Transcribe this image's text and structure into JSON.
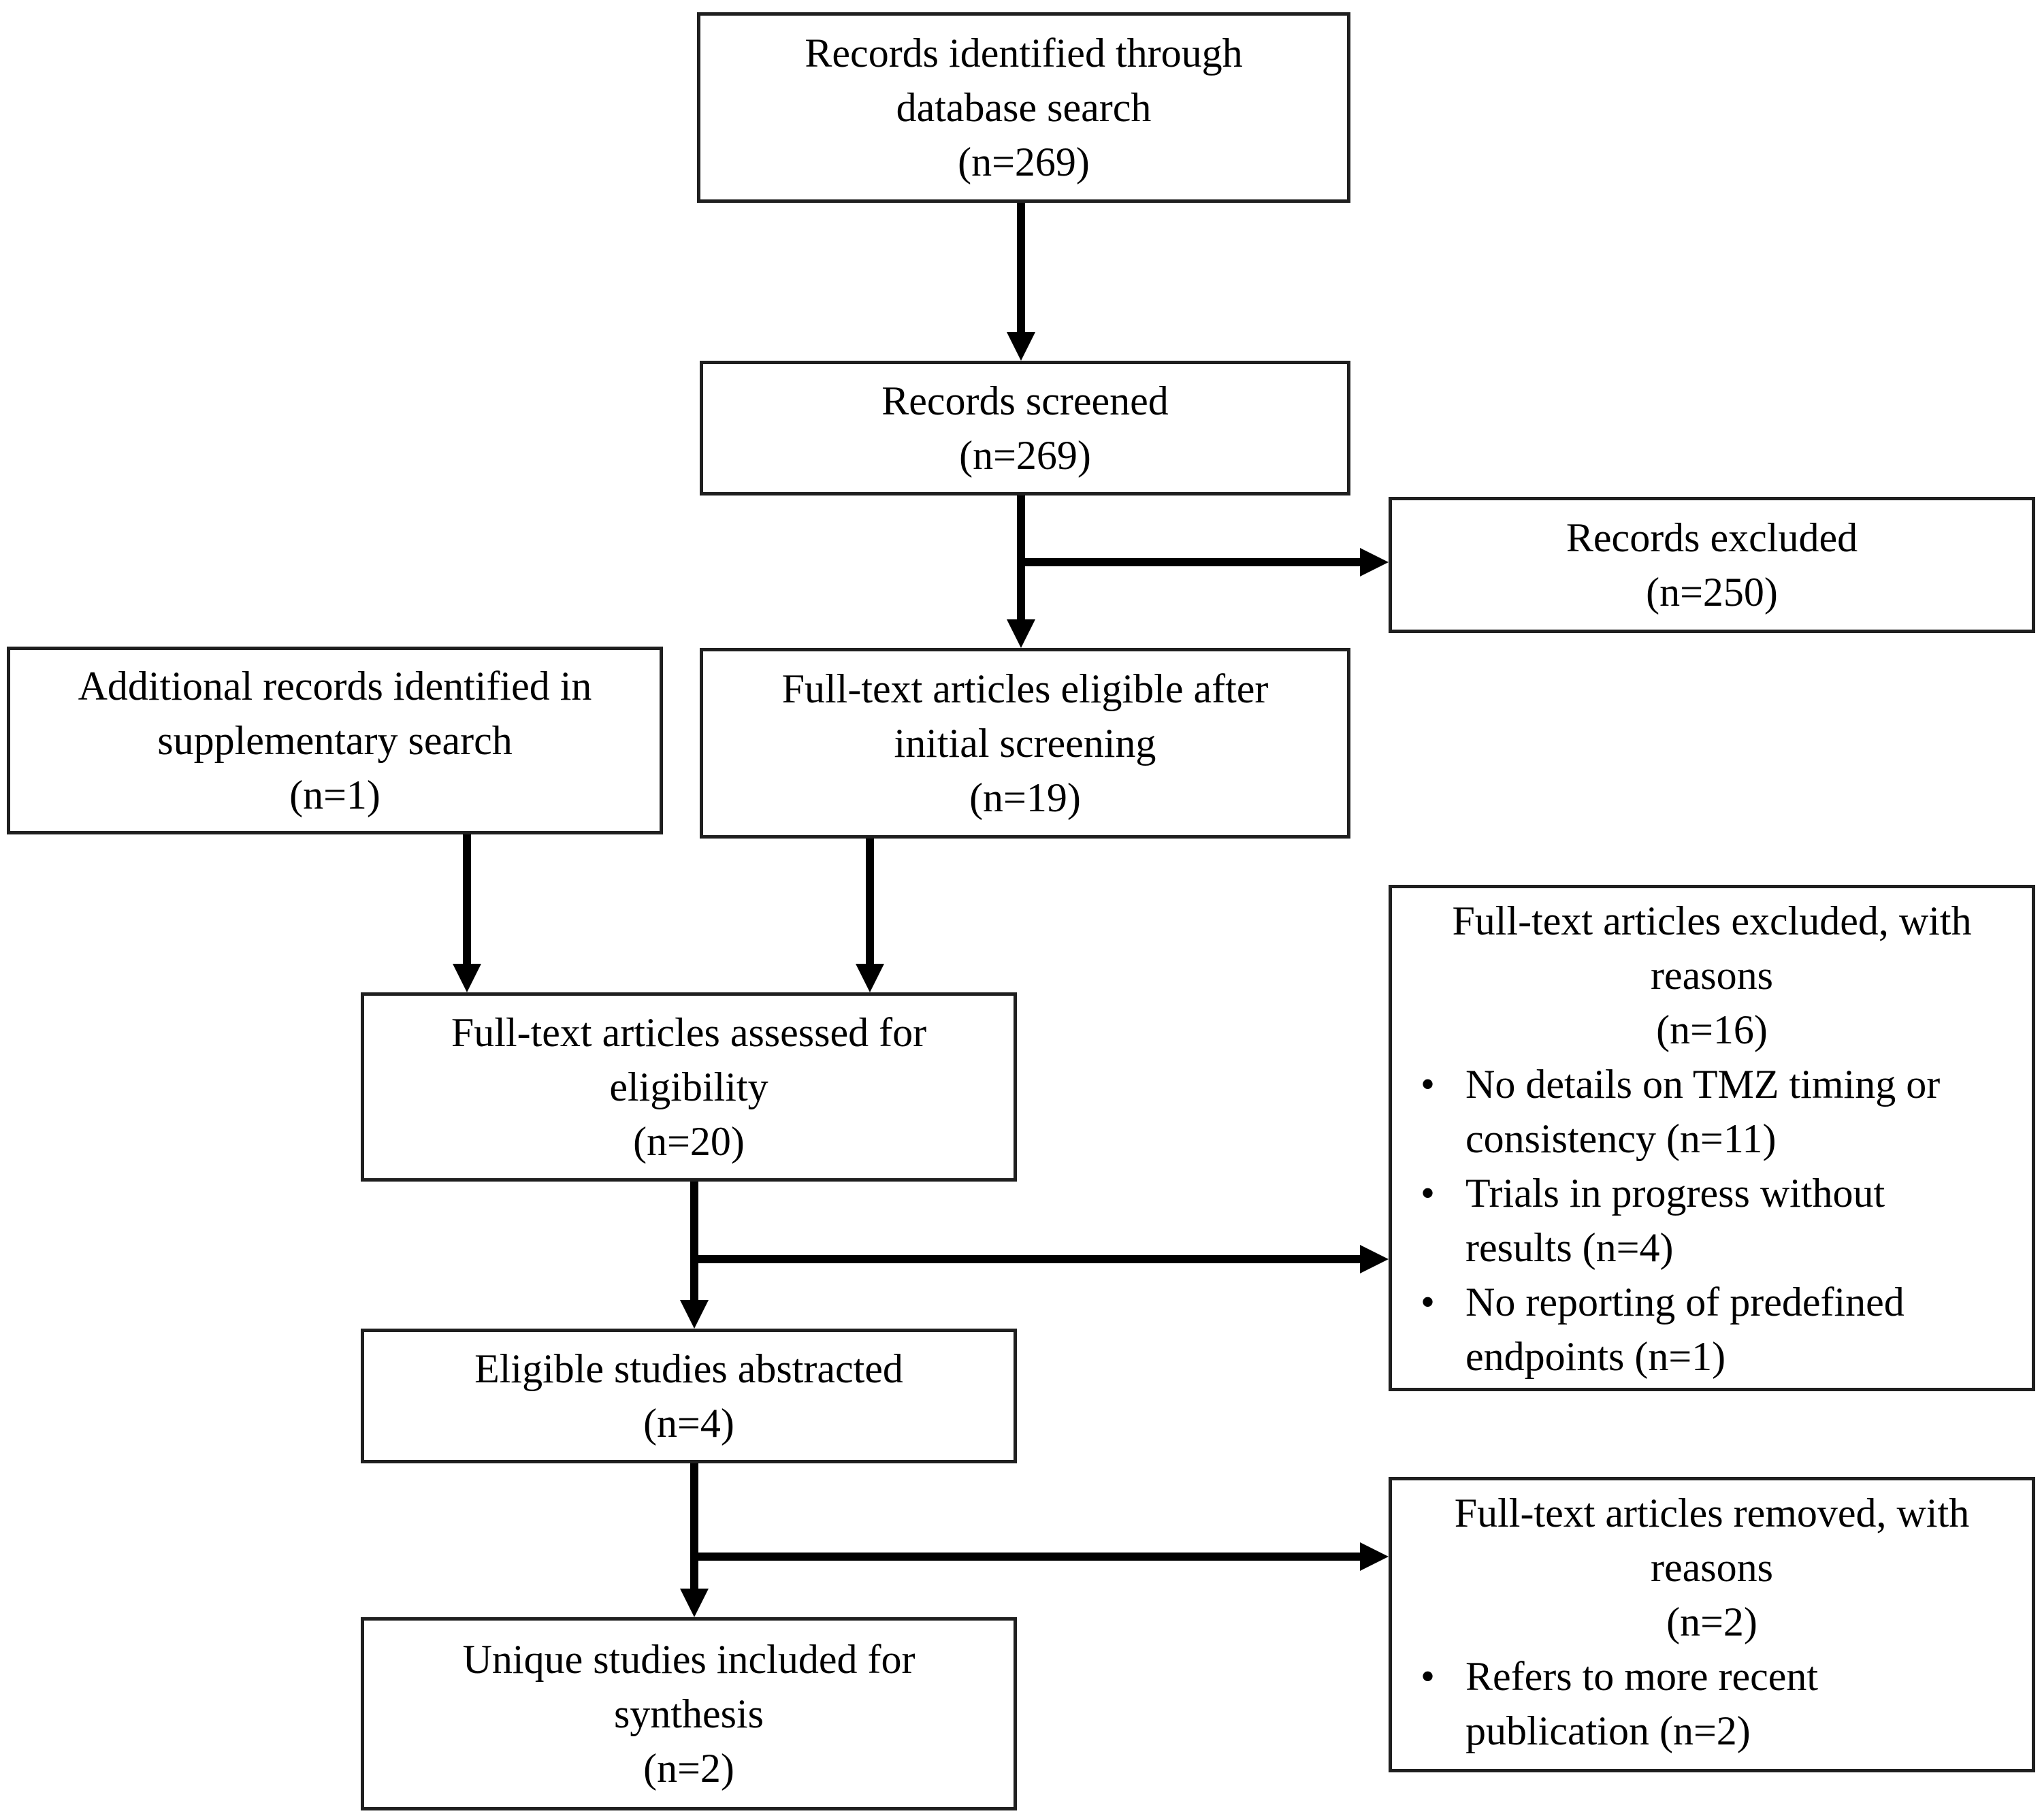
{
  "figure": {
    "type": "flow-diagram",
    "bullet_glyph": "•",
    "colors": {
      "background": "#ffffff",
      "box_border": "#1f1f1f",
      "text": "#000000",
      "arrow": "#000000"
    }
  },
  "boxes": {
    "records_identified": {
      "text": "Records identified through\ndatabase search\n(n=269)"
    },
    "records_screened": {
      "text": "Records screened\n(n=269)"
    },
    "records_excluded": {
      "text": "Records excluded\n(n=250)"
    },
    "additional_records": {
      "text": "Additional records identified in\nsupplementary search\n(n=1)"
    },
    "fulltext_eligible": {
      "text": "Full-text articles eligible after\ninitial screening\n(n=19)"
    },
    "fulltext_assessed": {
      "text": "Full-text articles assessed for\neligibility\n(n=20)"
    },
    "fulltext_excluded": {
      "title": "Full-text articles excluded, with\nreasons\n(n=16)",
      "items": [
        "No details on TMZ timing or\nconsistency (n=11)",
        "Trials in progress without\nresults (n=4)",
        "No reporting of predefined\nendpoints (n=1)"
      ]
    },
    "eligible_abstracted": {
      "text": "Eligible studies abstracted\n(n=4)"
    },
    "fulltext_removed": {
      "title": "Full-text articles removed, with\nreasons\n(n=2)",
      "items": [
        "Refers to more recent\npublication (n=2)"
      ]
    },
    "unique_included": {
      "text": "Unique studies included for\nsynthesis\n(n=2)"
    }
  },
  "edges": [
    {
      "from": "records_identified",
      "to": "records_screened",
      "type": "down"
    },
    {
      "from": "records_screened",
      "to": "fulltext_eligible",
      "type": "down"
    },
    {
      "from": "records_screened",
      "to": "records_excluded",
      "type": "branch-right"
    },
    {
      "from": "additional_records",
      "to": "fulltext_assessed",
      "type": "down"
    },
    {
      "from": "fulltext_eligible",
      "to": "fulltext_assessed",
      "type": "down"
    },
    {
      "from": "fulltext_assessed",
      "to": "eligible_abstracted",
      "type": "down"
    },
    {
      "from": "fulltext_assessed",
      "to": "fulltext_excluded",
      "type": "branch-right"
    },
    {
      "from": "eligible_abstracted",
      "to": "unique_included",
      "type": "down"
    },
    {
      "from": "eligible_abstracted",
      "to": "fulltext_removed",
      "type": "branch-right"
    }
  ]
}
